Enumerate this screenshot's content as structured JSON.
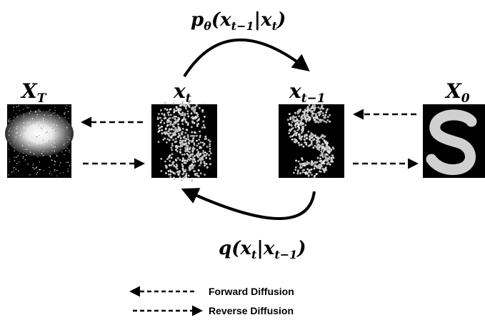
{
  "diagram": {
    "states": [
      {
        "id": "xT",
        "label": "X",
        "sub": "T"
      },
      {
        "id": "xt",
        "label": "x",
        "sub": "t"
      },
      {
        "id": "xt1",
        "label": "x",
        "sub": "t−1"
      },
      {
        "id": "x0",
        "label": "X",
        "sub": "0"
      }
    ],
    "top_formula": {
      "fn": "p",
      "fn_sub": "θ",
      "arg": "(x",
      "arg_sub1": "t−1",
      "mid": "|x",
      "arg_sub2": "t",
      "close": ")"
    },
    "bottom_formula": {
      "fn": "q",
      "arg": "(x",
      "arg_sub1": "t",
      "mid": "|x",
      "arg_sub2": "t−1",
      "close": ")"
    },
    "legend": [
      {
        "label": "Forward Diffusion",
        "direction": "left"
      },
      {
        "label": "Reverse Diffusion",
        "direction": "right"
      }
    ]
  }
}
